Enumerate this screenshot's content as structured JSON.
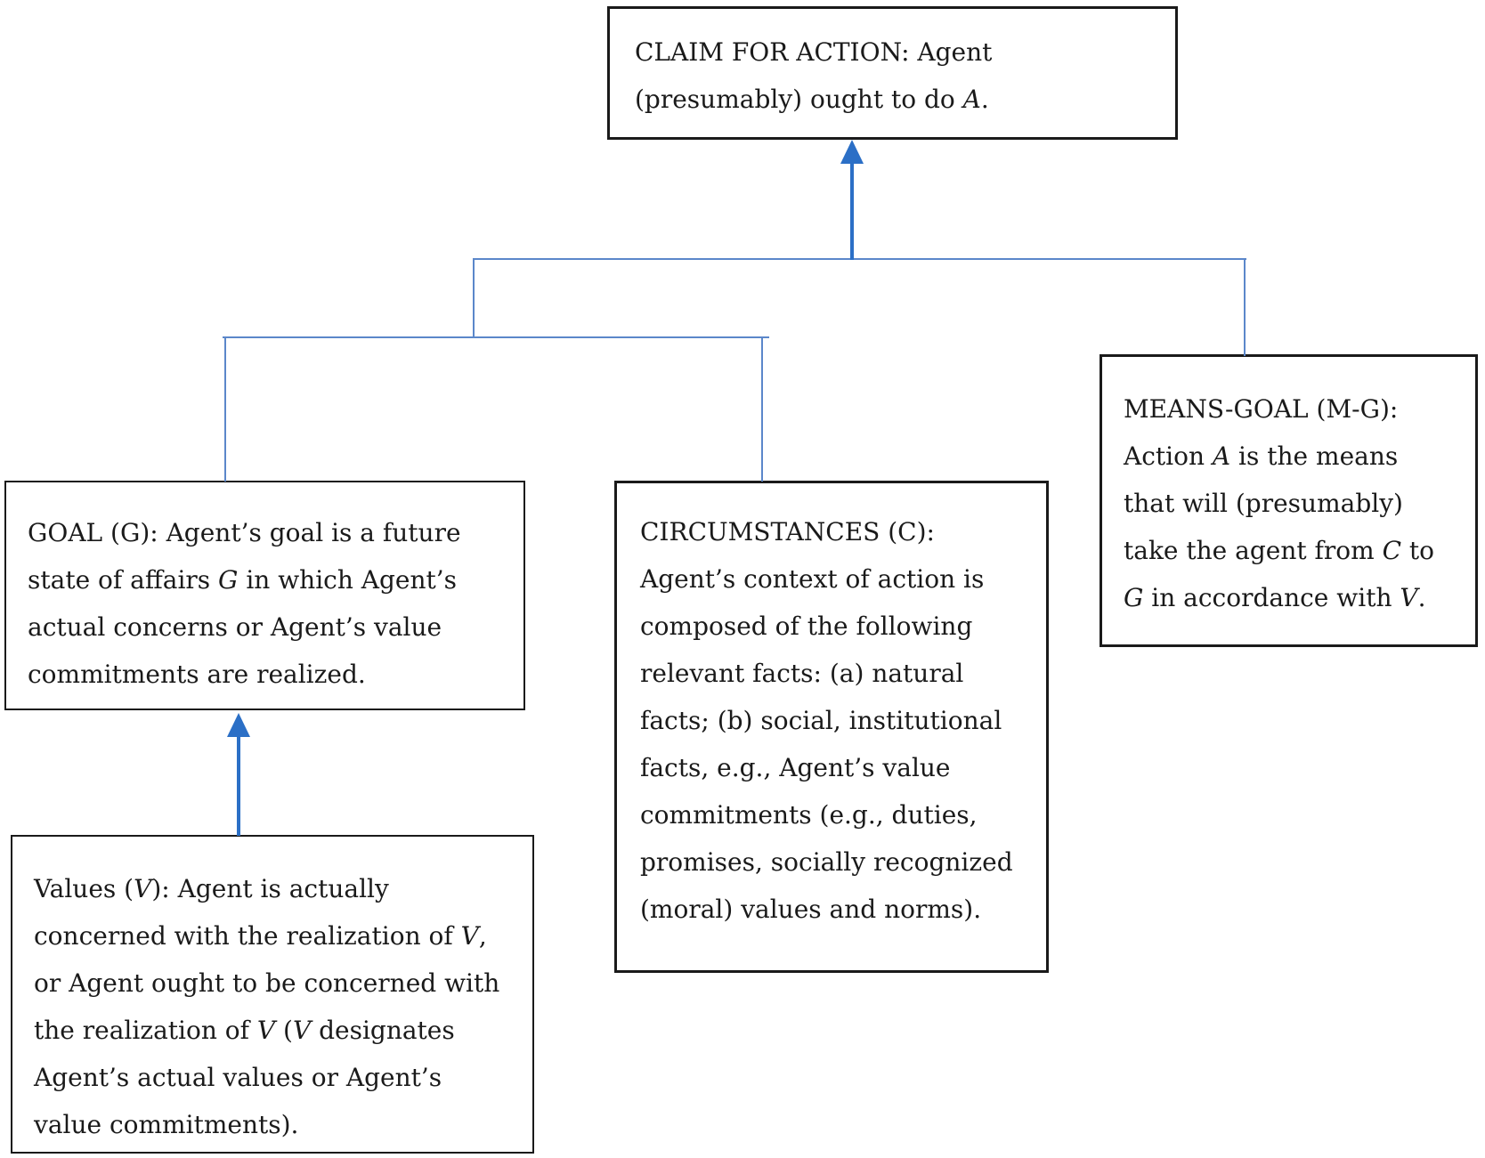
{
  "diagram_title": "Practical reasoning argument scheme diagram",
  "colors": {
    "background": "#ffffff",
    "box_border": "#1a1a1a",
    "text": "#1a1a1a",
    "connector_line": "#5b87ca",
    "arrow": "#2b6fc6"
  },
  "boxes": {
    "claim": {
      "label": "CLAIM FOR ACTION",
      "lines": [
        [
          {
            "t": "CLAIM FOR ACTION: Agent"
          }
        ],
        [
          {
            "t": "(presumably) ought to do "
          },
          {
            "t": "A",
            "i": true
          },
          {
            "t": "."
          }
        ]
      ]
    },
    "goal": {
      "label": "GOAL (G)",
      "lines": [
        [
          {
            "t": "GOAL (G): Agent’s goal is a future"
          }
        ],
        [
          {
            "t": "state of affairs "
          },
          {
            "t": "G",
            "i": true
          },
          {
            "t": " in which Agent’s"
          }
        ],
        [
          {
            "t": "actual concerns or Agent’s value"
          }
        ],
        [
          {
            "t": "commitments are realized."
          }
        ]
      ]
    },
    "circumstances": {
      "label": "CIRCUMSTANCES (C)",
      "lines": [
        [
          {
            "t": "CIRCUMSTANCES (C):"
          }
        ],
        [
          {
            "t": "Agent’s context of action is"
          }
        ],
        [
          {
            "t": "composed of the following"
          }
        ],
        [
          {
            "t": "relevant facts: (a) natural"
          }
        ],
        [
          {
            "t": "facts; (b) social, institutional"
          }
        ],
        [
          {
            "t": "facts, e.g., Agent’s value"
          }
        ],
        [
          {
            "t": "commitments (e.g., duties,"
          }
        ],
        [
          {
            "t": "promises, socially recognized"
          }
        ],
        [
          {
            "t": "(moral) values and norms)."
          }
        ]
      ]
    },
    "means_goal": {
      "label": "MEANS-GOAL (M-G)",
      "lines": [
        [
          {
            "t": "MEANS-GOAL (M-G):"
          }
        ],
        [
          {
            "t": "Action "
          },
          {
            "t": "A",
            "i": true
          },
          {
            "t": " is the means"
          }
        ],
        [
          {
            "t": "that will (presumably)"
          }
        ],
        [
          {
            "t": "take the agent from "
          },
          {
            "t": "C",
            "i": true
          },
          {
            "t": " to"
          }
        ],
        [
          {
            "t": "G",
            "i": true
          },
          {
            "t": " in accordance with "
          },
          {
            "t": "V",
            "i": true
          },
          {
            "t": "."
          }
        ]
      ]
    },
    "values": {
      "label": "Values (V)",
      "lines": [
        [
          {
            "t": "Values ("
          },
          {
            "t": "V",
            "i": true
          },
          {
            "t": "): Agent is actually"
          }
        ],
        [
          {
            "t": "concerned with the realization of "
          },
          {
            "t": "V",
            "i": true
          },
          {
            "t": ","
          }
        ],
        [
          {
            "t": "or Agent ought to be concerned with"
          }
        ],
        [
          {
            "t": "the realization of "
          },
          {
            "t": "V",
            "i": true
          },
          {
            "t": " ("
          },
          {
            "t": "V",
            "i": true
          },
          {
            "t": " designates"
          }
        ],
        [
          {
            "t": "Agent’s actual values or Agent’s"
          }
        ],
        [
          {
            "t": "value commitments)."
          }
        ]
      ]
    }
  }
}
